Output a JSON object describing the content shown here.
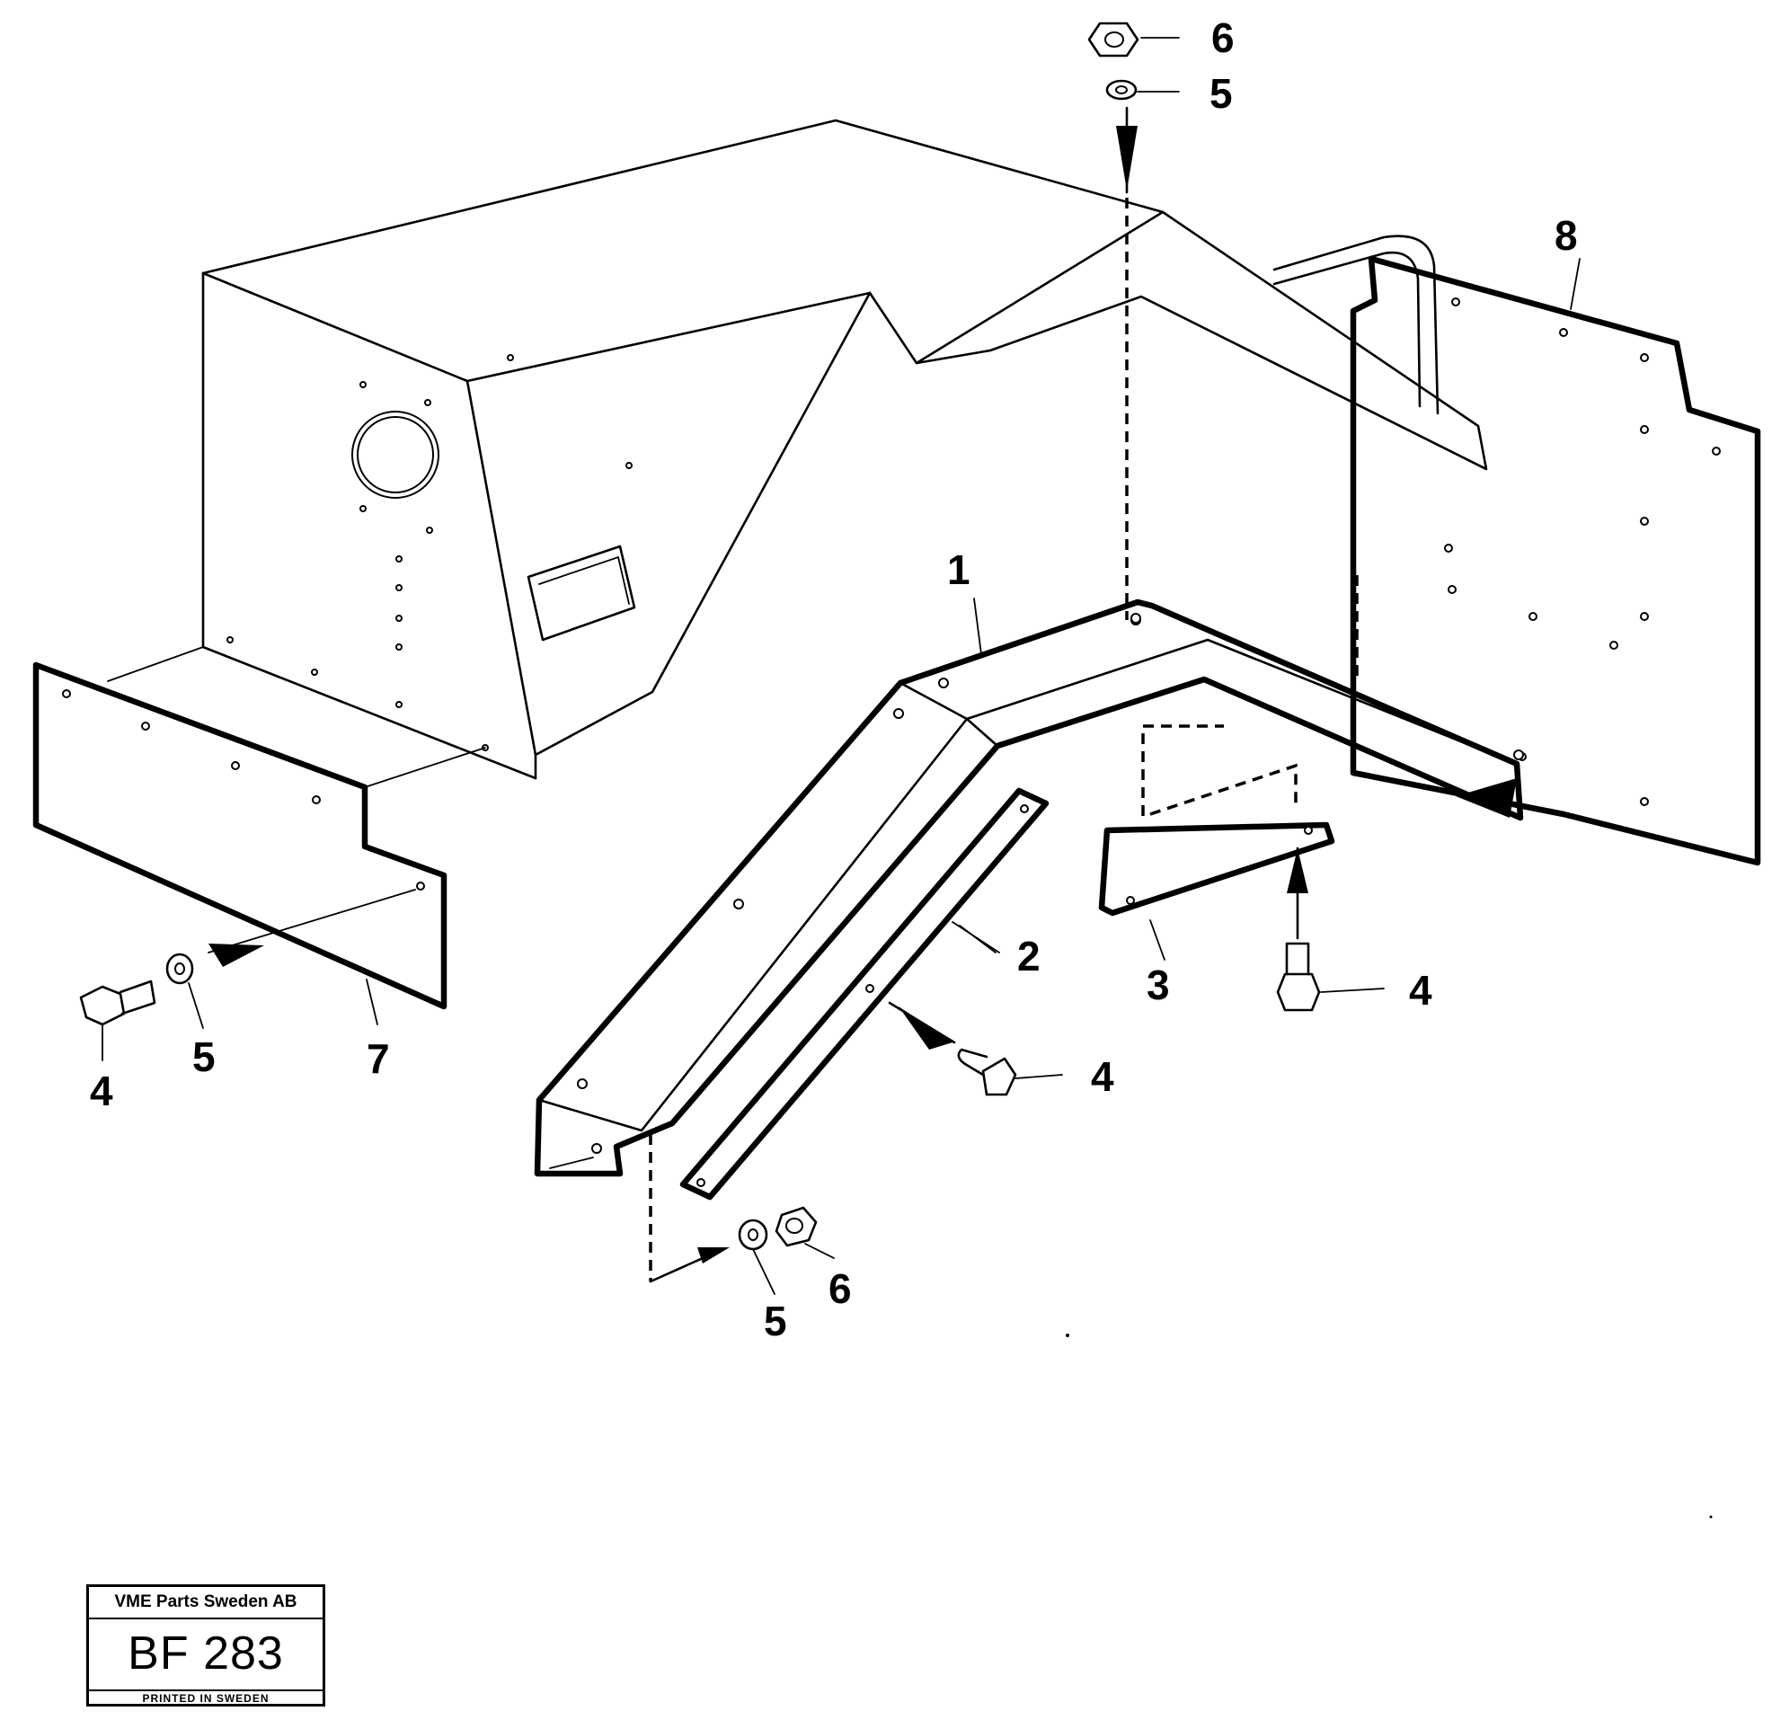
{
  "callouts": {
    "c1": "1",
    "c2": "2",
    "c3": "3",
    "c4_left": "4",
    "c4_center": "4",
    "c4_right": "4",
    "c5_left": "5",
    "c5_bottom": "5",
    "c5_top": "5",
    "c6_top": "6",
    "c6_bottom": "6",
    "c7": "7",
    "c8": "8"
  },
  "title_block": {
    "company": "VME Parts Sweden AB",
    "reference": "BF 283",
    "printed": "PRINTED IN SWEDEN"
  },
  "colors": {
    "ink": "#000000",
    "paper": "#ffffff"
  }
}
